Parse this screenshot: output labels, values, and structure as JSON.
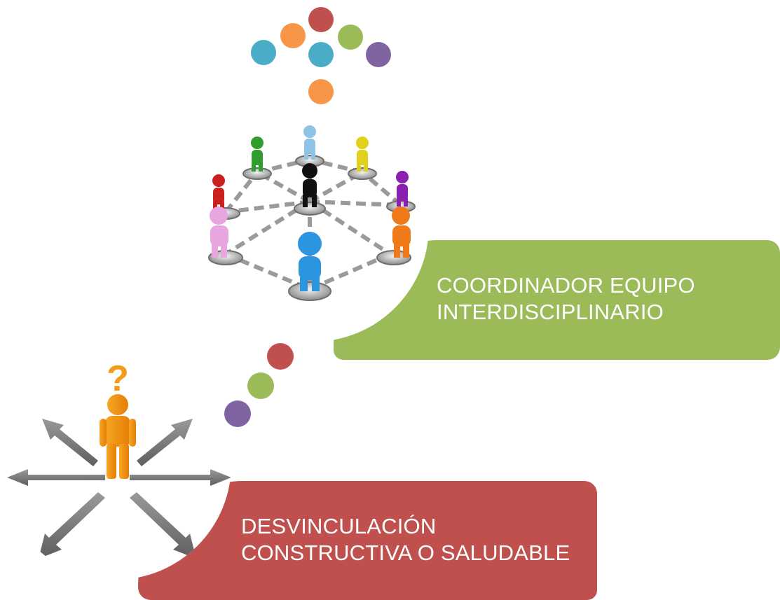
{
  "callouts": [
    {
      "lines": [
        "COORDINADOR EQUIPO",
        "INTERDISCIPLINARIO"
      ],
      "color": "#9bbb59"
    },
    {
      "lines": [
        "DESVINCULACIÓN",
        "CONSTRUCTIVA O SALUDABLE"
      ],
      "color": "#c0504d"
    }
  ],
  "palette": {
    "teal": "#4bacc6",
    "orange": "#f79646",
    "red": "#c0504d",
    "green": "#9bbb59",
    "purple": "#8064a2"
  },
  "images": [
    {
      "name": "team-network-illustration",
      "subject": "people figures connected in a network"
    },
    {
      "name": "crossroads-question-figure",
      "subject": "orange figure with question mark and arrows pointing outward"
    }
  ]
}
